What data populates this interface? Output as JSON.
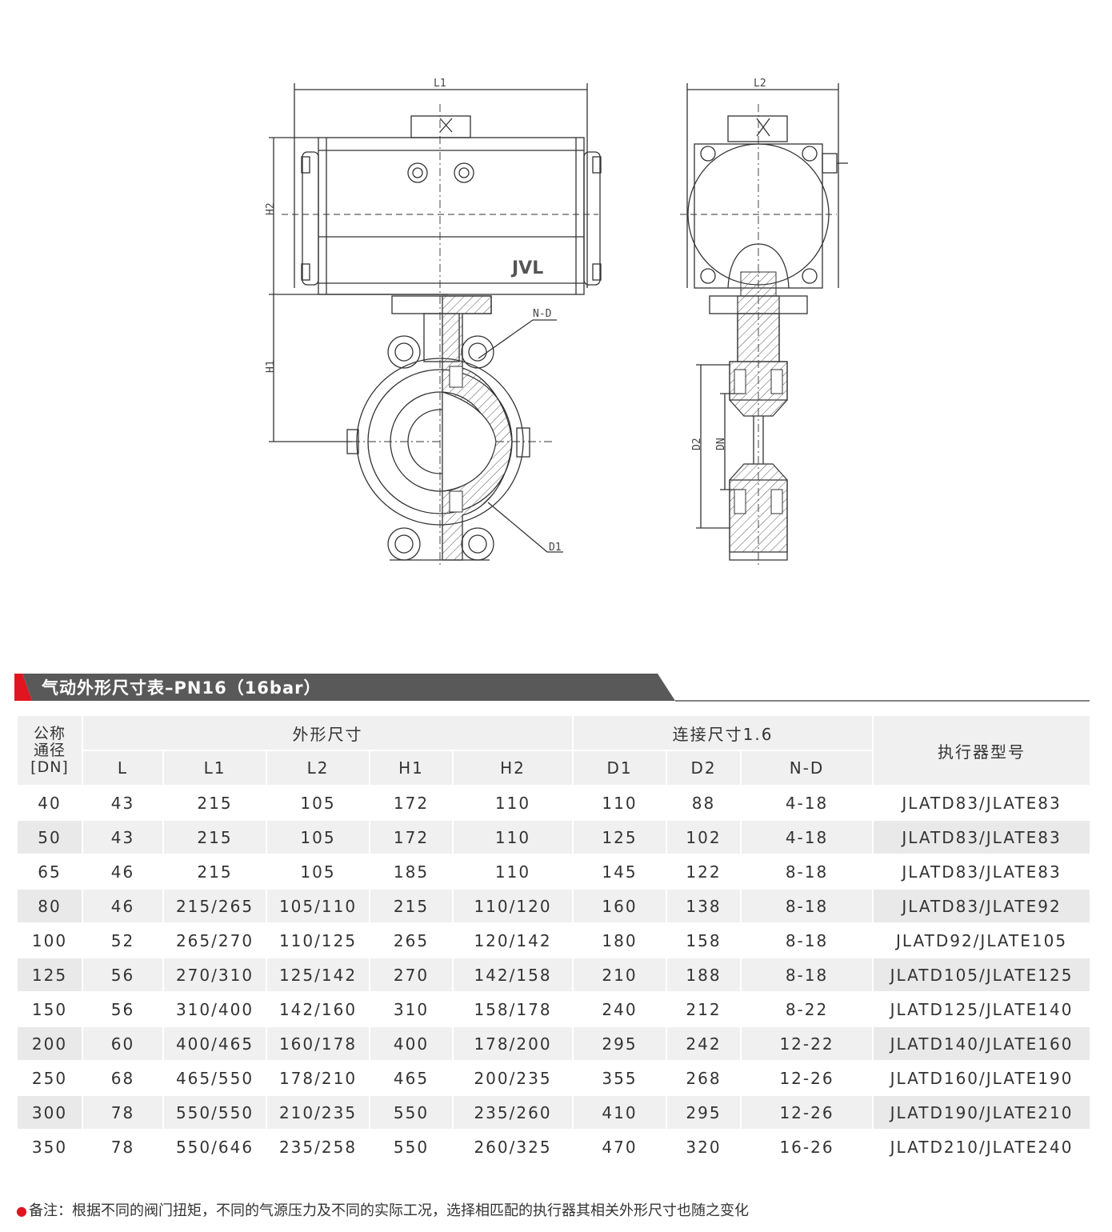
{
  "drawing": {
    "logo": "JVL",
    "labels": {
      "l1": "L1",
      "l2": "L2",
      "h1": "H1",
      "h2": "H2",
      "nd": "N-D",
      "d1": "D1",
      "d2": "D2",
      "dn": "DN"
    }
  },
  "banner": {
    "title": "气动外形尺寸表–PN16（16bar）",
    "color": "#595959",
    "accent": "#e0151f"
  },
  "table": {
    "dn_header": [
      "公称",
      "通径",
      "[DN]"
    ],
    "group_outline": "外形尺寸",
    "group_connection": "连接尺寸1.6",
    "actuator_header": "执行器型号",
    "columns": [
      "L",
      "L1",
      "L2",
      "H1",
      "H2",
      "D1",
      "D2",
      "N-D"
    ],
    "rows": [
      [
        "40",
        "43",
        "215",
        "105",
        "172",
        "110",
        "110",
        "88",
        "4-18",
        "JLATD83/JLATE83"
      ],
      [
        "50",
        "43",
        "215",
        "105",
        "172",
        "110",
        "125",
        "102",
        "4-18",
        "JLATD83/JLATE83"
      ],
      [
        "65",
        "46",
        "215",
        "105",
        "185",
        "110",
        "145",
        "122",
        "8-18",
        "JLATD83/JLATE83"
      ],
      [
        "80",
        "46",
        "215/265",
        "105/110",
        "215",
        "110/120",
        "160",
        "138",
        "8-18",
        "JLATD83/JLATE92"
      ],
      [
        "100",
        "52",
        "265/270",
        "110/125",
        "265",
        "120/142",
        "180",
        "158",
        "8-18",
        "JLATD92/JLATE105"
      ],
      [
        "125",
        "56",
        "270/310",
        "125/142",
        "270",
        "142/158",
        "210",
        "188",
        "8-18",
        "JLATD105/JLATE125"
      ],
      [
        "150",
        "56",
        "310/400",
        "142/160",
        "310",
        "158/178",
        "240",
        "212",
        "8-22",
        "JLATD125/JLATE140"
      ],
      [
        "200",
        "60",
        "400/465",
        "160/178",
        "400",
        "178/200",
        "295",
        "242",
        "12-22",
        "JLATD140/JLATE160"
      ],
      [
        "250",
        "68",
        "465/550",
        "178/210",
        "465",
        "200/235",
        "355",
        "268",
        "12-26",
        "JLATD160/JLATE190"
      ],
      [
        "300",
        "78",
        "550/550",
        "210/235",
        "550",
        "235/260",
        "410",
        "295",
        "12-26",
        "JLATD190/JLATE210"
      ],
      [
        "350",
        "78",
        "550/646",
        "235/258",
        "550",
        "260/325",
        "470",
        "320",
        "16-26",
        "JLATD210/JLATE240"
      ]
    ]
  },
  "note": "备注：根据不同的阀门扭矩，不同的气源压力及不同的实际工况，选择相匹配的执行器其相关外形尺寸也随之变化"
}
